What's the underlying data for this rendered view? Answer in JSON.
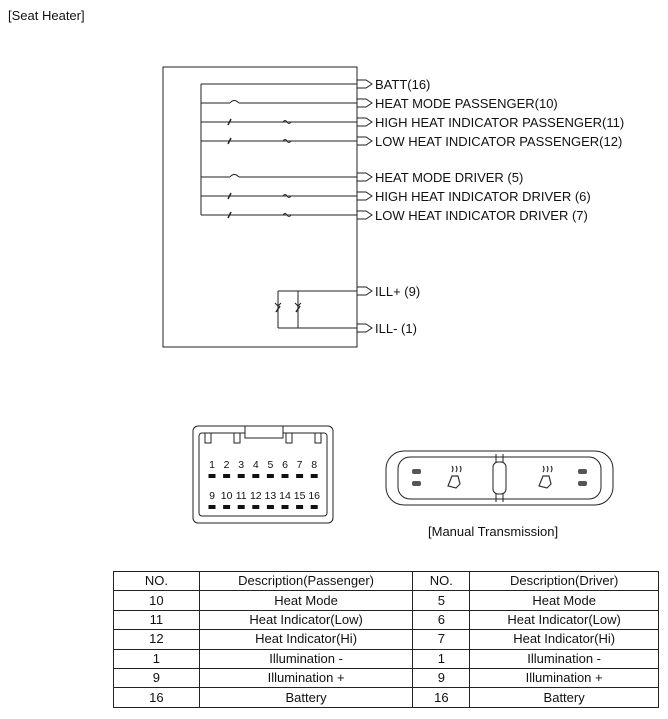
{
  "section_title": "[Seat Heater]",
  "schematic": {
    "terminals": [
      "BATT(16)",
      "HEAT MODE PASSENGER(10)",
      "HIGH HEAT INDICATOR PASSENGER(11)",
      "LOW HEAT INDICATOR PASSENGER(12)",
      "HEAT MODE DRIVER (5)",
      "HIGH HEAT INDICATOR DRIVER (6)",
      "LOW HEAT INDICATOR DRIVER (7)",
      "ILL+ (9)",
      "ILL- (1)"
    ]
  },
  "connector": {
    "top_row": [
      "1",
      "2",
      "3",
      "4",
      "5",
      "6",
      "7",
      "8"
    ],
    "bottom_row": [
      "9",
      "10",
      "11",
      "12",
      "13",
      "14",
      "15",
      "16"
    ]
  },
  "switch_caption": "[Manual Transmission]",
  "pin_table": {
    "headers": [
      "NO.",
      "Description(Passenger)",
      "NO.",
      "Description(Driver)"
    ],
    "rows": [
      [
        "10",
        "Heat Mode",
        "5",
        "Heat Mode"
      ],
      [
        "11",
        "Heat Indicator(Low)",
        "6",
        "Heat Indicator(Low)"
      ],
      [
        "12",
        "Heat Indicator(Hi)",
        "7",
        "Heat Indicator(Hi)"
      ],
      [
        "1",
        "Illumination -",
        "1",
        "Illumination -"
      ],
      [
        "9",
        "Illumination +",
        "9",
        "Illumination +"
      ],
      [
        "16",
        "Battery",
        "16",
        "Battery"
      ]
    ]
  }
}
